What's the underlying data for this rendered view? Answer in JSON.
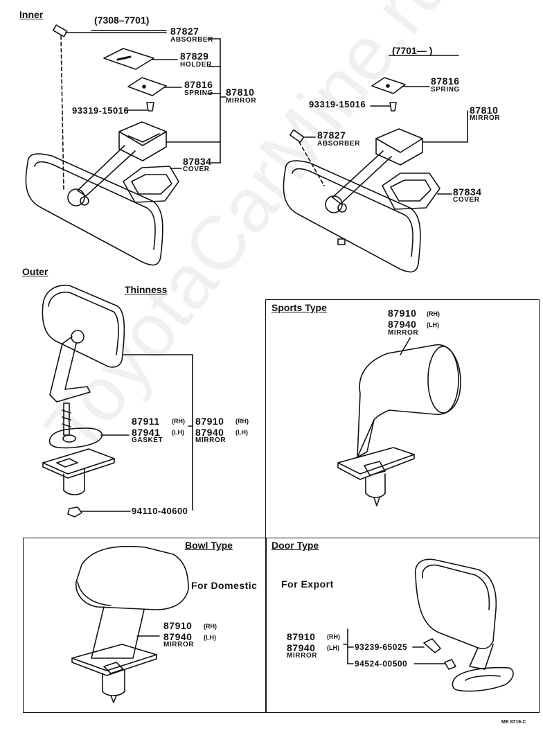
{
  "watermark": "ToyotaCarMine.ru",
  "sections": {
    "inner": "Inner",
    "outer": "Outer",
    "thinness": "Thinness",
    "sports": "Sports Type",
    "bowl": "Bowl Type",
    "door": "Door Type"
  },
  "date_ranges": {
    "early": "(7308–7701)",
    "late": "(7701—      )"
  },
  "inner_early": {
    "p87827": "87827",
    "absorber": "ABSORBER",
    "p87829": "87829",
    "holder": "HOLDER",
    "p87816": "87816",
    "spring": "SPRING",
    "p87810": "87810",
    "mirror": "MIRROR",
    "p93319": "93319-15016",
    "p87834": "87834",
    "cover": "COVER"
  },
  "inner_late": {
    "p87816": "87816",
    "spring": "SPRING",
    "p93319": "93319-15016",
    "p87810": "87810",
    "mirror": "MIRROR",
    "p87827": "87827",
    "absorber": "ABSORBER",
    "p87834": "87834",
    "cover": "COVER"
  },
  "thinness": {
    "p87911": "87911",
    "rh": "(RH)",
    "p87941": "87941",
    "lh": "(LH)",
    "gasket": "GASKET",
    "p87910": "87910",
    "rh2": "(RH)",
    "p87940": "87940",
    "lh2": "(LH)",
    "mirror": "MIRROR",
    "p94110": "94110-40600"
  },
  "sports": {
    "p87910": "87910",
    "rh": "(RH)",
    "p87940": "87940",
    "lh": "(LH)",
    "mirror": "MIRROR"
  },
  "bowl": {
    "note": "For  Domestic",
    "p87910": "87910",
    "rh": "(RH)",
    "p87940": "87940",
    "lh": "(LH)",
    "mirror": "MIRROR"
  },
  "door": {
    "note": "For  Export",
    "p87910": "87910",
    "rh": "(RH)",
    "p87940": "87940",
    "lh": "(LH)",
    "mirror": "MIRROR",
    "p93239": "93239-65025",
    "p94524": "94524-00500"
  },
  "footer": "ME 8719-C"
}
